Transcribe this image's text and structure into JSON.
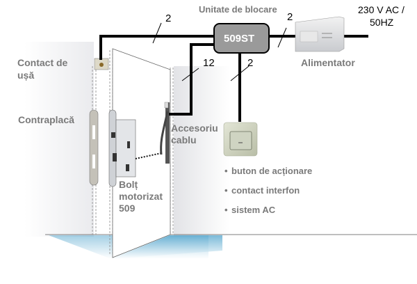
{
  "diagram": {
    "labels": {
      "locking_unit": "Unitate de blocare",
      "unit_model": "509ST",
      "power_supply": "Alimentator",
      "mains": "230 V AC /",
      "mains_freq": "50HZ",
      "door_contact_line1": "Contact de",
      "door_contact_line2": "ușă",
      "strike_plate": "Contraplacă",
      "cable_accessory_line1": "Accesoriu",
      "cable_accessory_line2": "cablu",
      "motor_bolt_line1": "Bolț",
      "motor_bolt_line2": "motorizat",
      "motor_bolt_line3": "509"
    },
    "wire_counts": {
      "door_contact": "2",
      "power": "2",
      "cable_accessory": "12",
      "switch": "2"
    },
    "switch_functions": [
      {
        "bullet": "•",
        "text": "buton de acționare"
      },
      {
        "bullet": "•",
        "text": "contact interfon"
      },
      {
        "bullet": "•",
        "text": "sistem AC"
      }
    ],
    "colors": {
      "wire": "#000000",
      "label_gray": "#7a7a7a",
      "unit_fill": "#9a9a9a",
      "floor_blue": "#5aa9cf"
    }
  }
}
